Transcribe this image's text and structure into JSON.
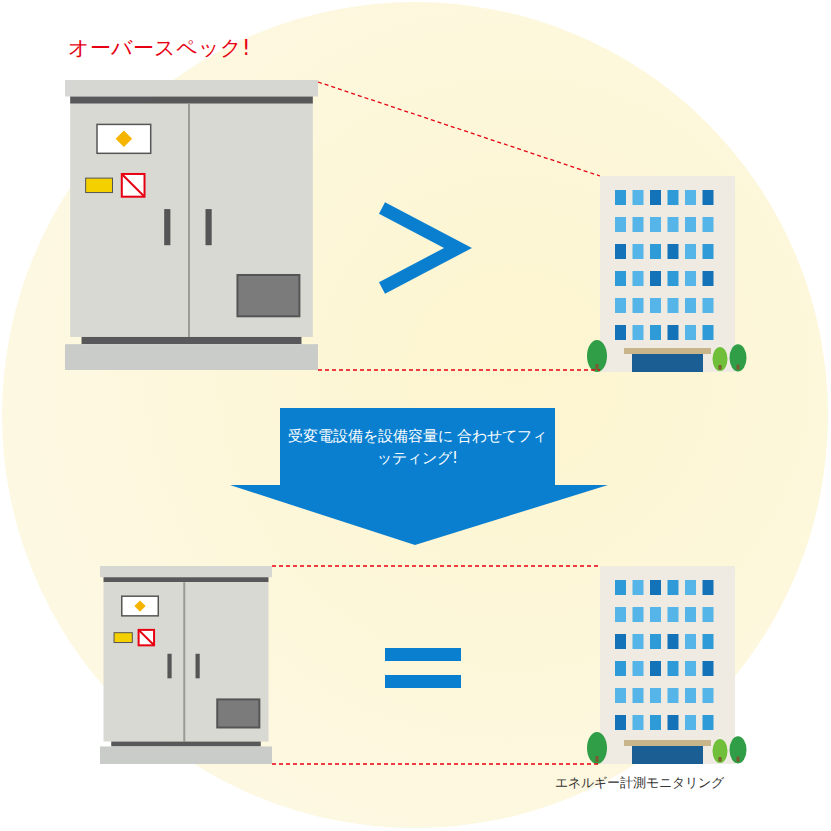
{
  "diagram": {
    "nodes": [
      {
        "text": [
          "受変電設備を設備容量に 合わせてフィッティング!"
        ]
      }
    ],
    "labels": [
      "オーバースペック!",
      "エネルギー計測モニタリング"
    ]
  }
}
